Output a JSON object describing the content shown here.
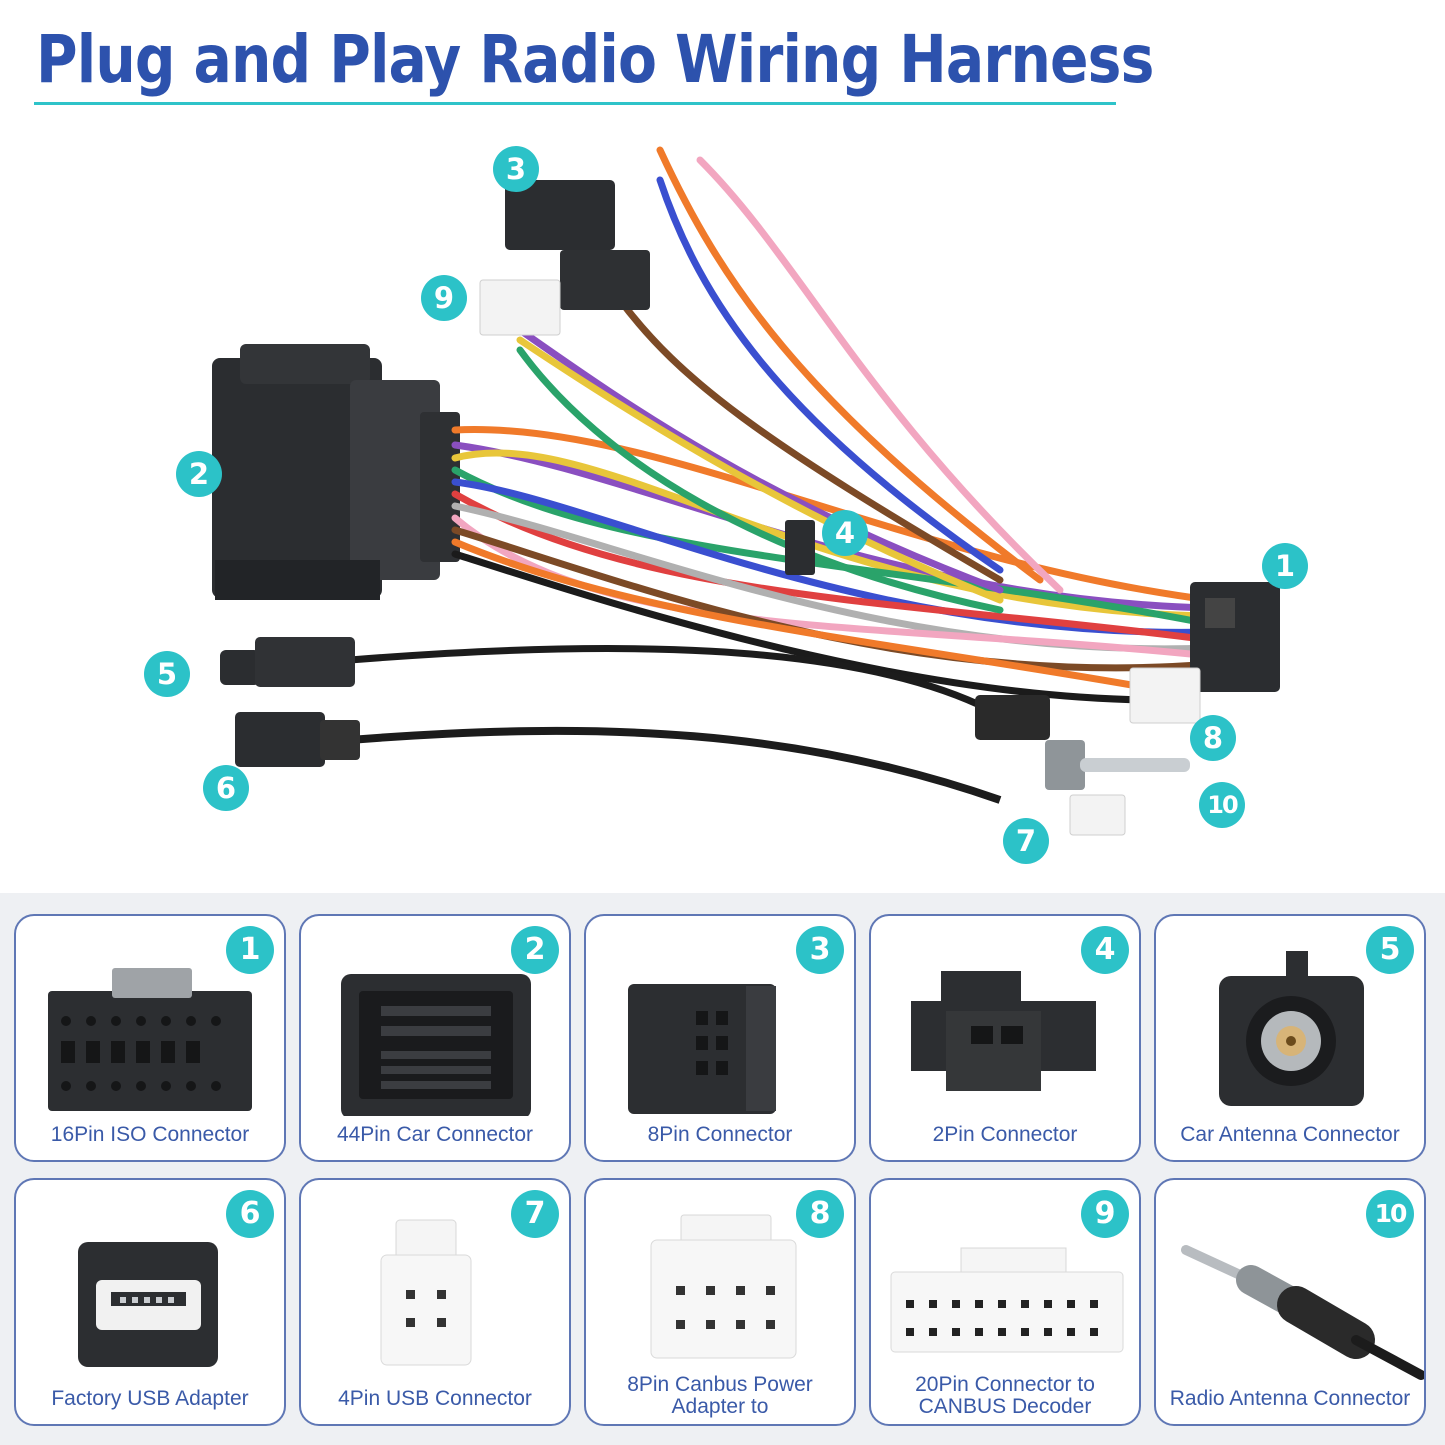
{
  "title": "Plug and Play Radio Wiring Harness",
  "colors": {
    "title": "#2d52ad",
    "accent": "#2cc2c8",
    "card_border": "#5f77b5",
    "caption": "#3a5aa8"
  },
  "callouts": [
    "1",
    "2",
    "3",
    "4",
    "5",
    "6",
    "7",
    "8",
    "9",
    "10"
  ],
  "cards": [
    {
      "badge": "1",
      "lines": [
        "16Pin ISO Connector"
      ]
    },
    {
      "badge": "2",
      "lines": [
        "44Pin Car Connector"
      ]
    },
    {
      "badge": "3",
      "lines": [
        "8Pin Connector"
      ]
    },
    {
      "badge": "4",
      "lines": [
        "2Pin Connector"
      ]
    },
    {
      "badge": "5",
      "lines": [
        "Car Antenna Connector"
      ]
    },
    {
      "badge": "6",
      "lines": [
        "Factory USB Adapter"
      ]
    },
    {
      "badge": "7",
      "lines": [
        "4Pin USB Connector"
      ]
    },
    {
      "badge": "8",
      "lines": [
        "8Pin Canbus Power",
        "Adapter to"
      ]
    },
    {
      "badge": "9",
      "lines": [
        "20Pin Connector to",
        "CANBUS Decoder"
      ]
    },
    {
      "badge": "10",
      "lines": [
        "Radio Antenna Connector"
      ]
    }
  ]
}
